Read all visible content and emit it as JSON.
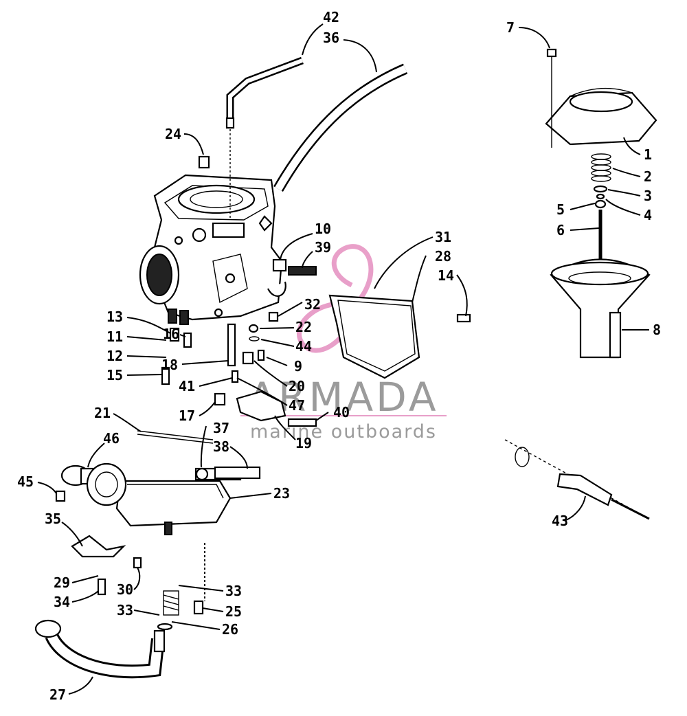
{
  "watermark": {
    "brand": "ARMADA",
    "tagline": "marine outboards",
    "brand_color": "#8a8a8a",
    "accent_color": "#e58fc0"
  },
  "callouts": {
    "n1": "1",
    "n2": "2",
    "n3": "3",
    "n4": "4",
    "n5": "5",
    "n6": "6",
    "n7": "7",
    "n8": "8",
    "n9": "9",
    "n10": "10",
    "n11": "11",
    "n12": "12",
    "n13": "13",
    "n14": "14",
    "n15": "15",
    "n16": "16",
    "n17": "17",
    "n18": "18",
    "n19": "19",
    "n20": "20",
    "n21": "21",
    "n22": "22",
    "n23": "23",
    "n24": "24",
    "n25": "25",
    "n26": "26",
    "n27": "27",
    "n28": "28",
    "n29": "29",
    "n30": "30",
    "n31": "31",
    "n32": "32",
    "n33a": "33",
    "n33b": "33",
    "n34": "34",
    "n35": "35",
    "n36": "36",
    "n37": "37",
    "n38": "38",
    "n39": "39",
    "n40": "40",
    "n41": "41",
    "n42": "42",
    "n43": "43",
    "n44": "44",
    "n45": "45",
    "n46": "46",
    "n47": "47"
  }
}
